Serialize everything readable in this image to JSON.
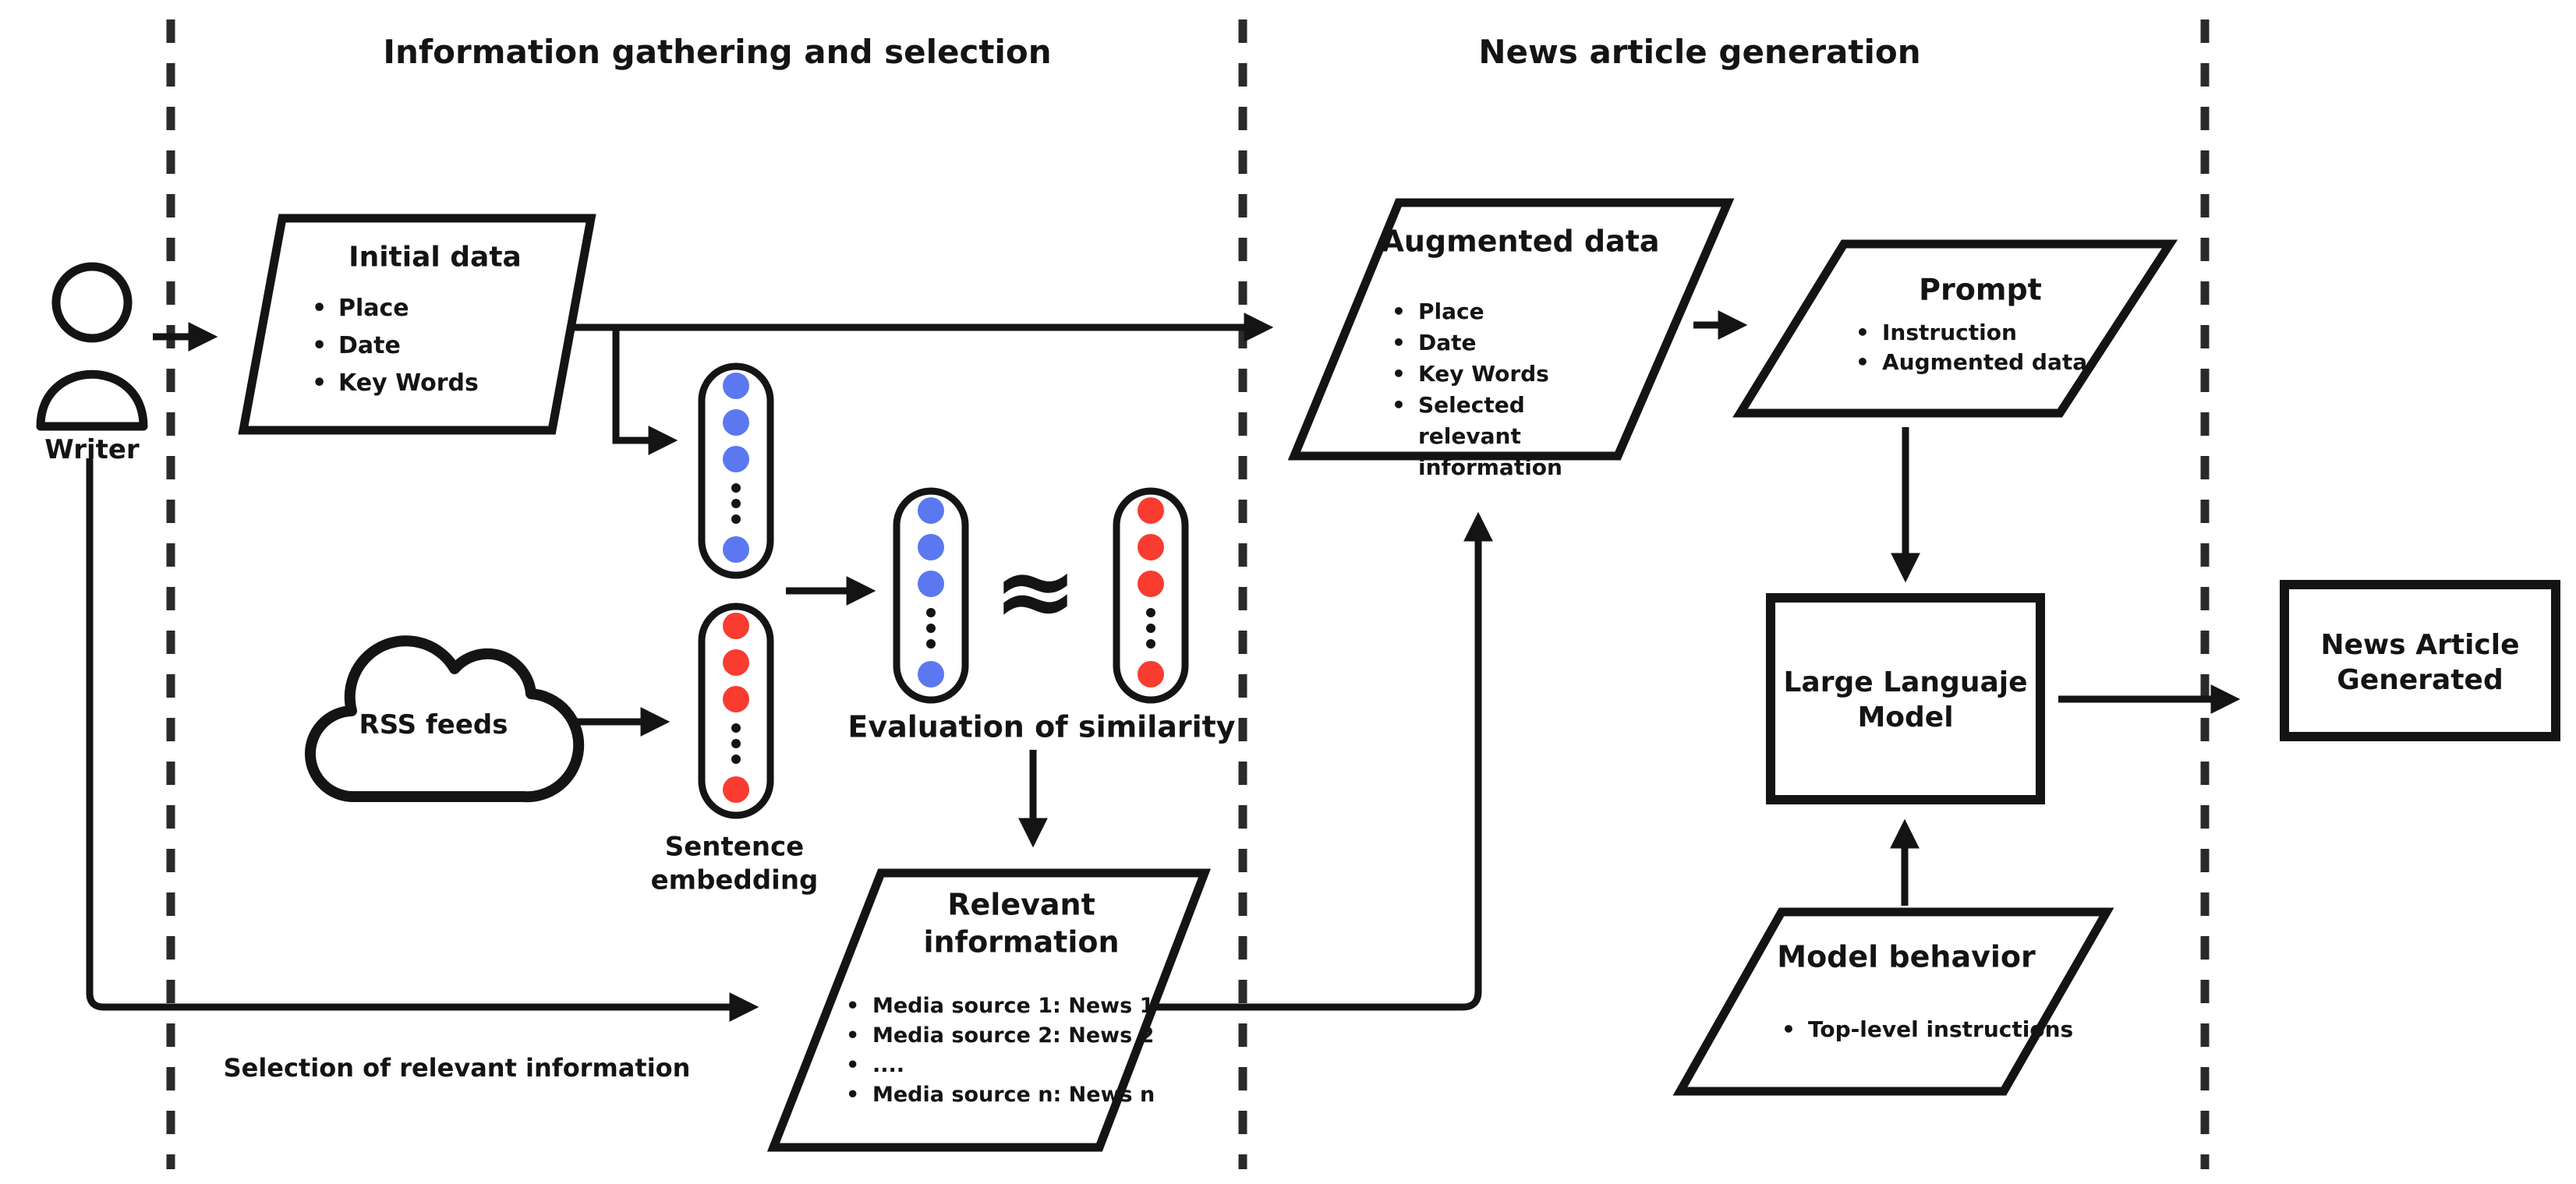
{
  "colors": {
    "line": "#141414",
    "blue": "#5b78f0",
    "red": "#f93b30",
    "dash": "#2a2a2a"
  },
  "sections": {
    "left_title": "Information gathering and selection",
    "right_title": "News article generation"
  },
  "writer": {
    "label": "Writer"
  },
  "initial_data": {
    "title": "Initial data",
    "items": [
      "Place",
      "Date",
      "Key Words"
    ]
  },
  "rss": {
    "label": "RSS feeds"
  },
  "sentence_embedding": {
    "label": "Sentence embedding"
  },
  "similarity": {
    "symbol": "≈",
    "label": "Evaluation of similarity"
  },
  "relevant_information": {
    "title": "Relevant information",
    "items": [
      "Media source 1: News 1",
      "Media source 2: News 2",
      "....",
      "Media source n: News n"
    ]
  },
  "selection_caption": "Selection of relevant information",
  "augmented_data": {
    "title": "Augmented data",
    "items": [
      "Place",
      "Date",
      "Key Words",
      "Selected relevant information"
    ]
  },
  "prompt": {
    "title": "Prompt",
    "items": [
      "Instruction",
      "Augmented data"
    ]
  },
  "llm": {
    "label": "Large Languaje Model"
  },
  "model_behavior": {
    "title": "Model behavior",
    "items": [
      "Top-level instructions"
    ]
  },
  "news_article": {
    "label": "News Article Generated"
  }
}
